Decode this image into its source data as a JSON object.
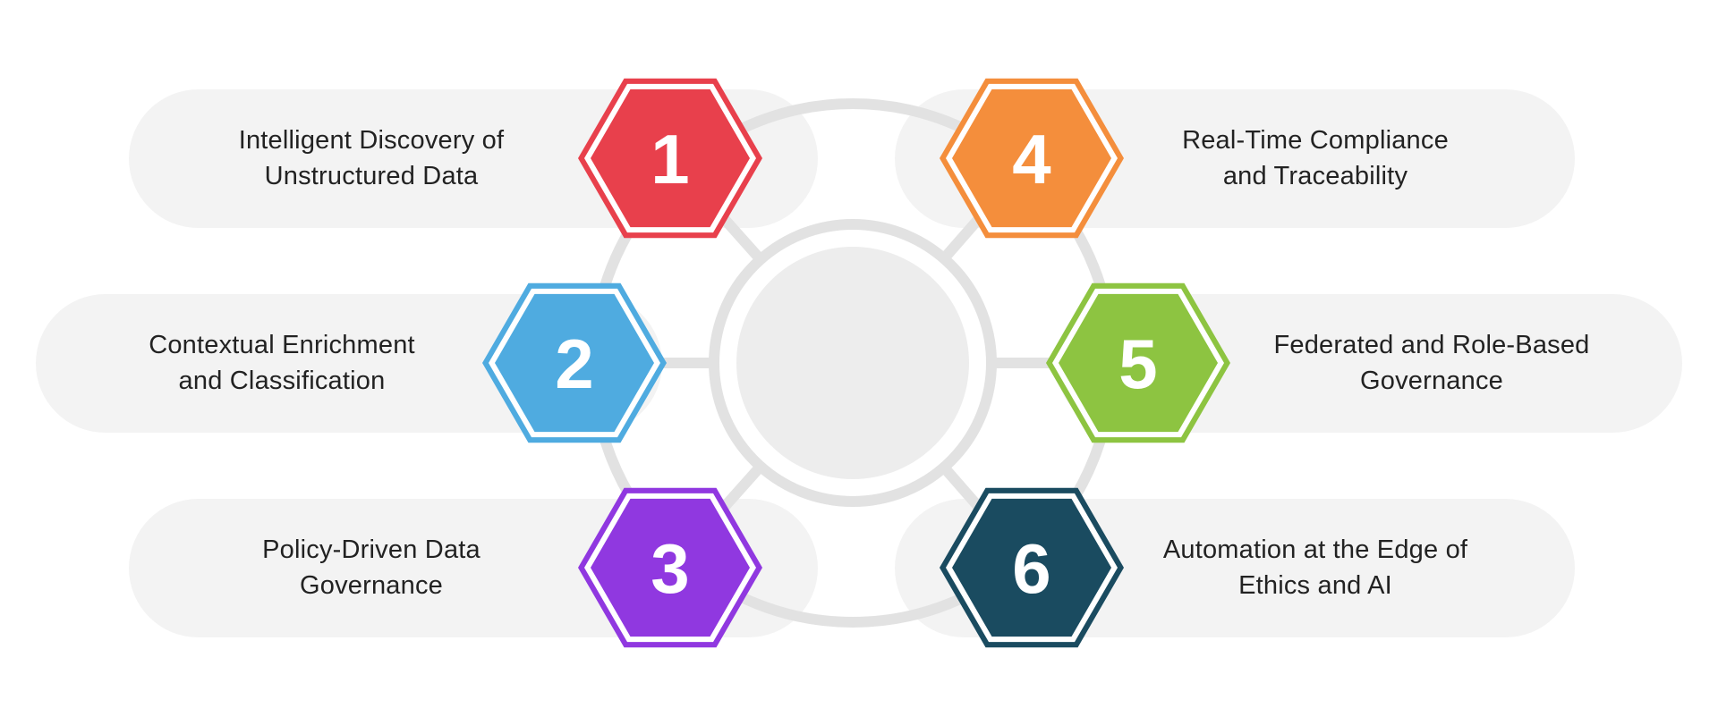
{
  "colors": {
    "background": "#ffffff",
    "pill": "#f3f3f3",
    "ring": "#e2e2e2",
    "center_fill": "#ededed",
    "text": "#222222"
  },
  "items": [
    {
      "number": "1",
      "color": "#e8404c",
      "lines": [
        "Intelligent Discovery of",
        "Unstructured Data"
      ]
    },
    {
      "number": "2",
      "color": "#4fabe0",
      "lines": [
        "Contextual Enrichment",
        "and Classification"
      ]
    },
    {
      "number": "3",
      "color": "#9038e0",
      "lines": [
        "Policy-Driven Data",
        "Governance"
      ]
    },
    {
      "number": "4",
      "color": "#f48e3c",
      "lines": [
        "Real-Time Compliance",
        "and Traceability"
      ]
    },
    {
      "number": "5",
      "color": "#8dc441",
      "lines": [
        "Federated and Role-Based",
        "Governance"
      ]
    },
    {
      "number": "6",
      "color": "#1a4b60",
      "lines": [
        "Automation at the Edge of",
        "Ethics and AI"
      ]
    }
  ]
}
